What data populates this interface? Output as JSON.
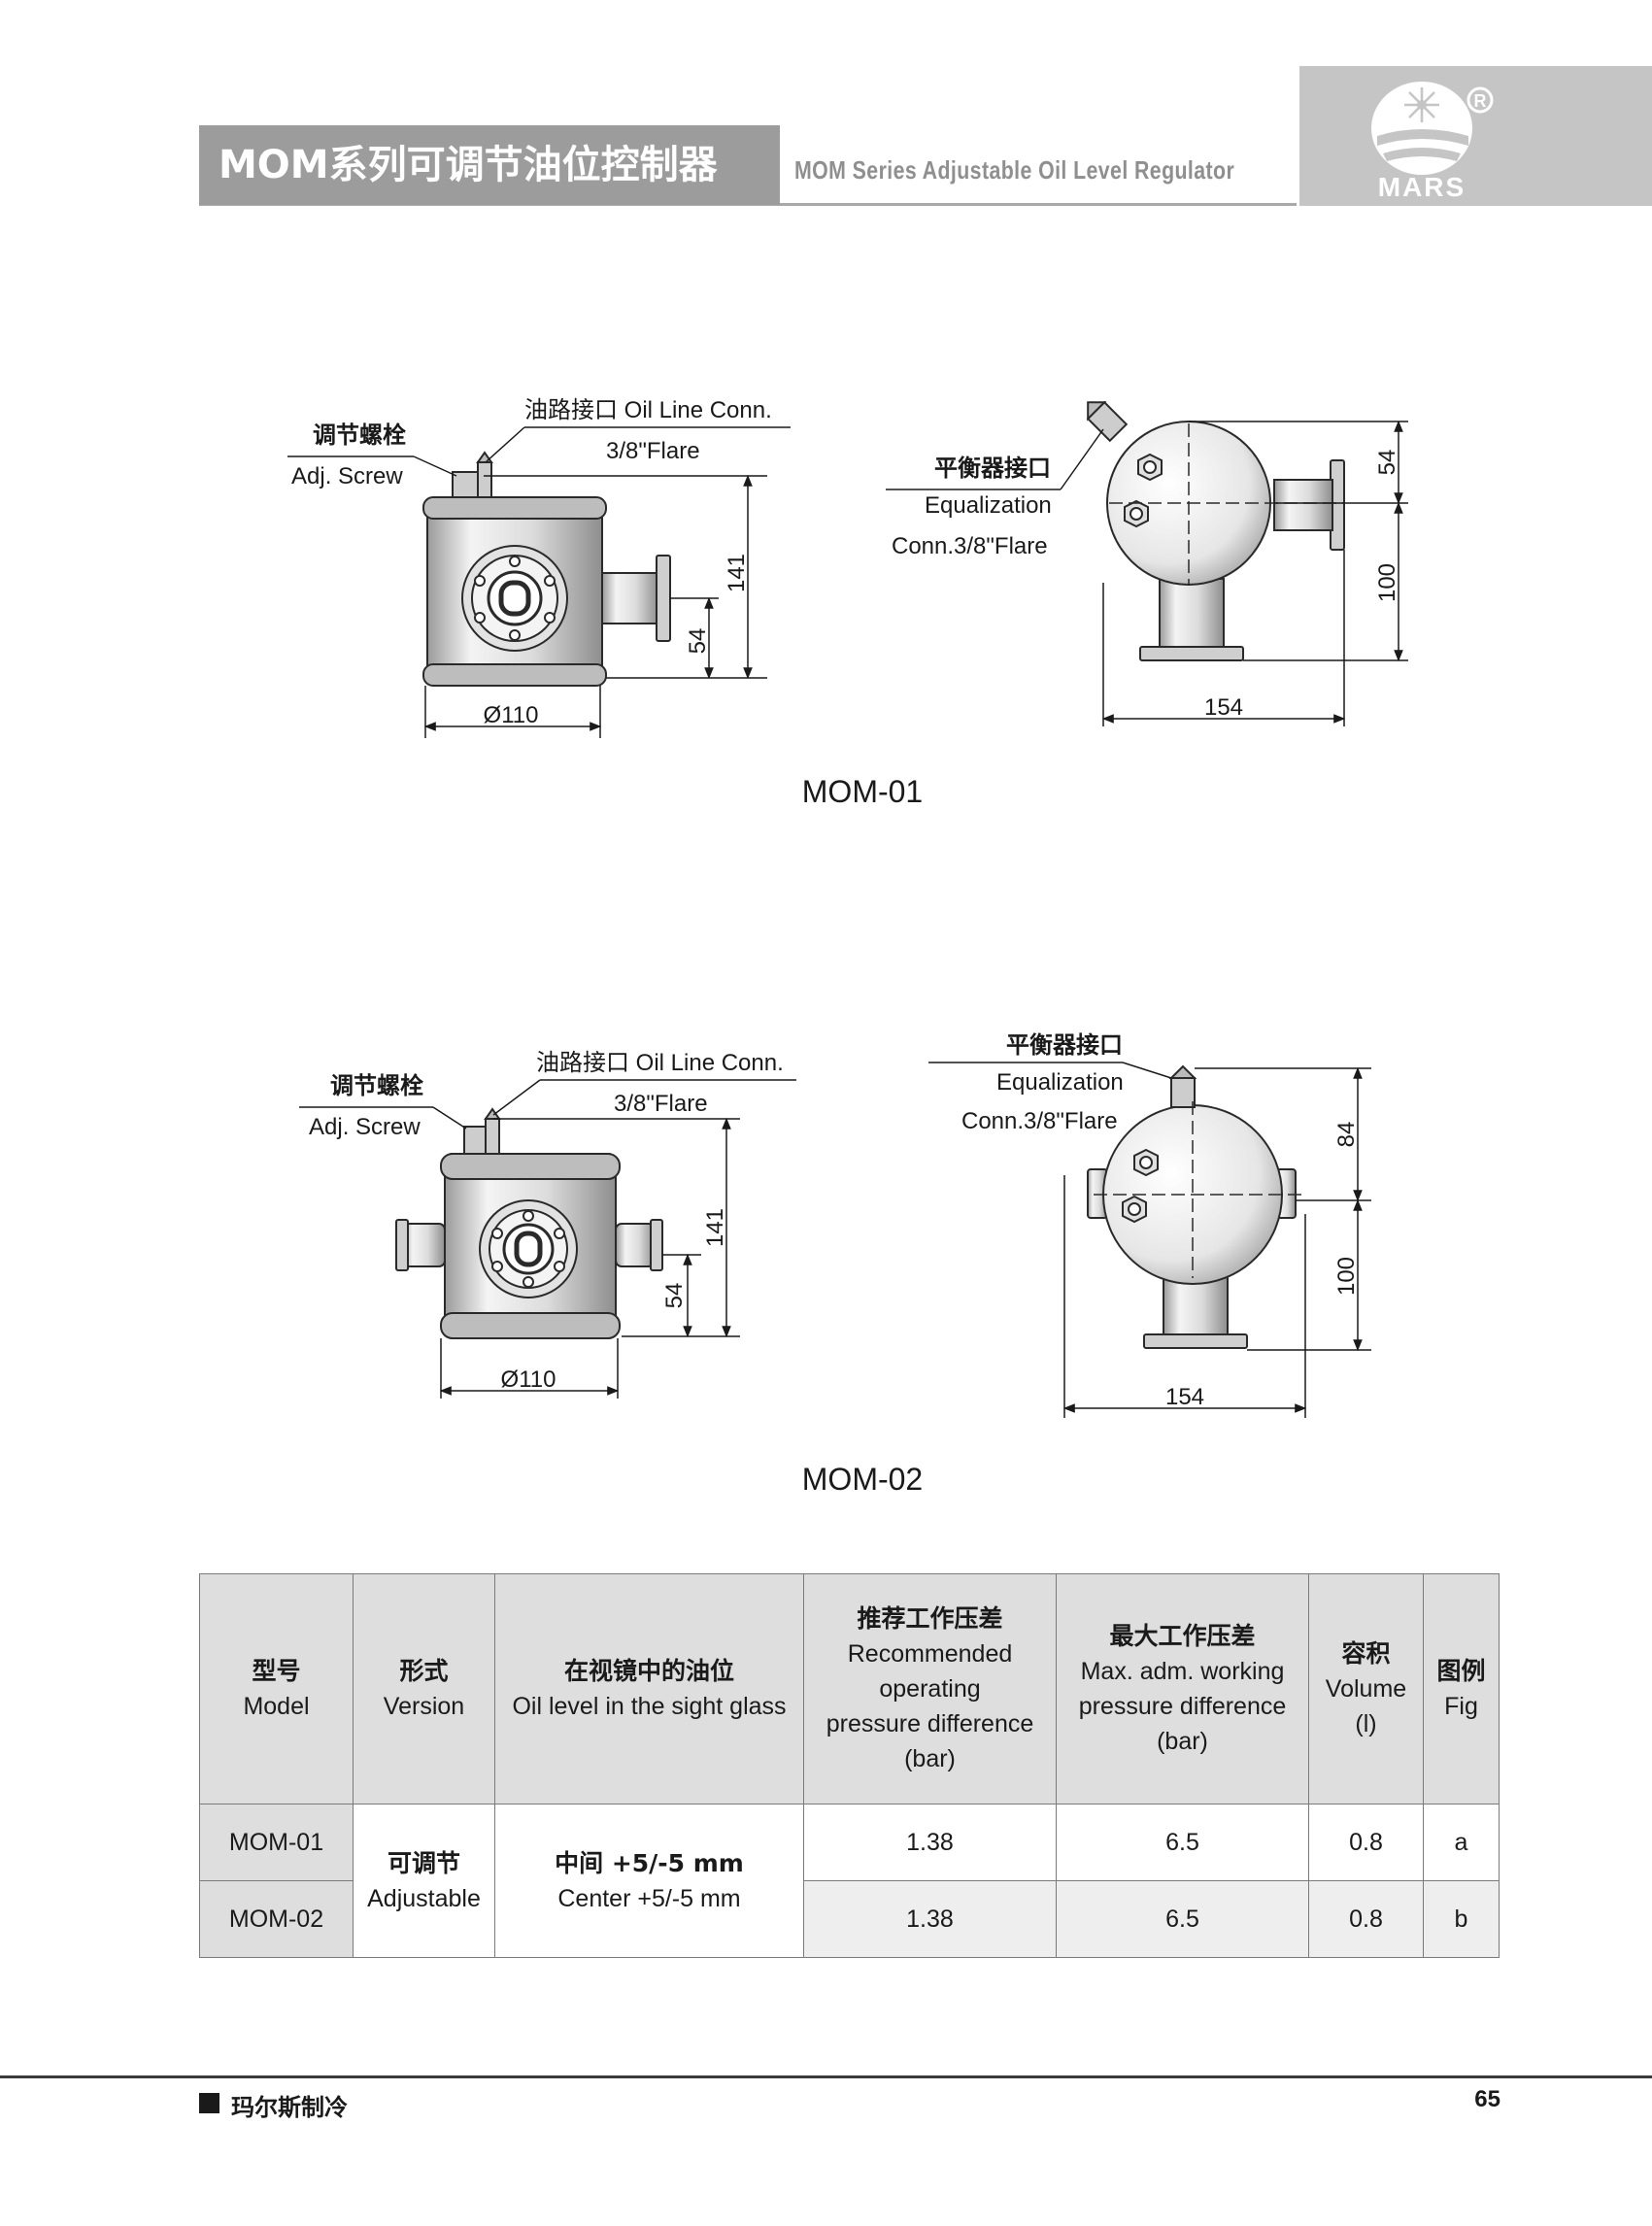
{
  "header": {
    "title_zh": "MOM系列可调节油位控制器",
    "title_en": "MOM Series Adjustable Oil Level Regulator",
    "logo_text": "MARS",
    "logo_mark": "®"
  },
  "figures": [
    {
      "caption": "MOM-01",
      "labels": {
        "adj_screw_zh": "调节螺栓",
        "adj_screw_en": "Adj. Screw",
        "oil_line": "油路接口 Oil Line Conn.",
        "flare": "3/8\"Flare",
        "equal_zh": "平衡器接口",
        "equal_en": "Equalization",
        "equal_conn": "Conn.3/8\"Flare"
      },
      "dims": {
        "height": "141",
        "level": "54",
        "diameter": "Ø110",
        "upper": "54",
        "lower": "100",
        "width": "154"
      }
    },
    {
      "caption": "MOM-02",
      "labels": {
        "adj_screw_zh": "调节螺栓",
        "adj_screw_en": "Adj. Screw",
        "oil_line": "油路接口 Oil Line Conn.",
        "flare": "3/8\"Flare",
        "equal_zh": "平衡器接口",
        "equal_en": "Equalization",
        "equal_conn": "Conn.3/8\"Flare"
      },
      "dims": {
        "height": "141",
        "level": "54",
        "diameter": "Ø110",
        "upper": "84",
        "lower": "100",
        "width": "154"
      }
    }
  ],
  "table": {
    "headers": [
      {
        "zh": "型号",
        "en": [
          "Model"
        ]
      },
      {
        "zh": "形式",
        "en": [
          "Version"
        ]
      },
      {
        "zh": "在视镜中的油位",
        "en": [
          "Oil level in the sight glass"
        ]
      },
      {
        "zh": "推荐工作压差",
        "en": [
          "Recommended",
          "operating",
          "pressure difference",
          "(bar)"
        ]
      },
      {
        "zh": "最大工作压差",
        "en": [
          "Max. adm. working",
          "pressure difference",
          "(bar)"
        ]
      },
      {
        "zh": "容积",
        "en": [
          "Volume",
          "(l)"
        ]
      },
      {
        "zh": "图例",
        "en": [
          "Fig"
        ]
      }
    ],
    "version_zh": "可调节",
    "version_en": "Adjustable",
    "level_zh": "中间 +5/-5 mm",
    "level_en": "Center +5/-5 mm",
    "rows": [
      {
        "model": "MOM-01",
        "recommended": "1.38",
        "max": "6.5",
        "volume": "0.8",
        "fig": "a"
      },
      {
        "model": "MOM-02",
        "recommended": "1.38",
        "max": "6.5",
        "volume": "0.8",
        "fig": "b"
      }
    ]
  },
  "footer": {
    "brand": "玛尔斯制冷",
    "page": "65"
  },
  "colors": {
    "header_gray": "#9c9c9c",
    "logo_gray": "#c5c5c5",
    "table_header": "#dedede"
  }
}
